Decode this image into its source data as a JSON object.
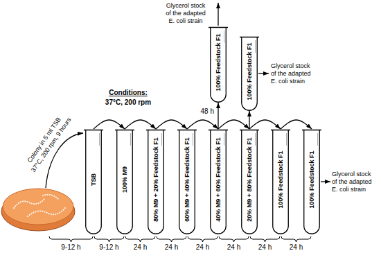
{
  "diagram": {
    "nodes": [
      {
        "text": [
          "TSB"
        ]
      },
      {
        "text": [
          "100% M9"
        ]
      },
      {
        "text": [
          "80% M9 + 20% Feedstock F1"
        ]
      },
      {
        "text": [
          "60% M9 + 40% Feedstock F1"
        ]
      },
      {
        "text": [
          "40% M9 + 60% Feedstock F1"
        ]
      },
      {
        "text": [
          "20% M9 + 80% Feedstock F1"
        ]
      },
      {
        "text": [
          "100% Feedstock F1"
        ]
      },
      {
        "text": [
          "100% Feedstock F1"
        ]
      },
      {
        "text": [
          "100% Feedstock F1"
        ]
      },
      {
        "text": [
          "100% Feedstock F1"
        ]
      }
    ],
    "edges": [
      {
        "from": 0,
        "to": 1,
        "arrow": "to"
      },
      {
        "from": 1,
        "to": 2,
        "arrow": "to"
      },
      {
        "from": 2,
        "to": 3,
        "arrow": "to"
      },
      {
        "from": 3,
        "to": 4,
        "arrow": "to"
      },
      {
        "from": 4,
        "to": 5,
        "arrow": "to"
      },
      {
        "from": 5,
        "to": 6,
        "arrow": "to"
      },
      {
        "from": 6,
        "to": 7,
        "arrow": "to"
      },
      {
        "from": 4,
        "to": 8,
        "arrow": "to",
        "label": "48 h"
      },
      {
        "from": 5,
        "to": 9,
        "arrow": "to"
      }
    ],
    "labels": [
      "Glycerol stock of the adapted E. coli strain",
      "Glycerol stock of the adapted E. coli strain",
      "Conditions:",
      "37°C, 200 rpm",
      "Colony in 5 ml TSB",
      "37°C, 200 rpm, 9 hours",
      "Glycerol stock of the adapted E. coli strain",
      "9-12 h",
      "9-12 h",
      "24 h",
      "24 h",
      "24 h",
      "24 h",
      "24 h",
      "24 h"
    ]
  }
}
